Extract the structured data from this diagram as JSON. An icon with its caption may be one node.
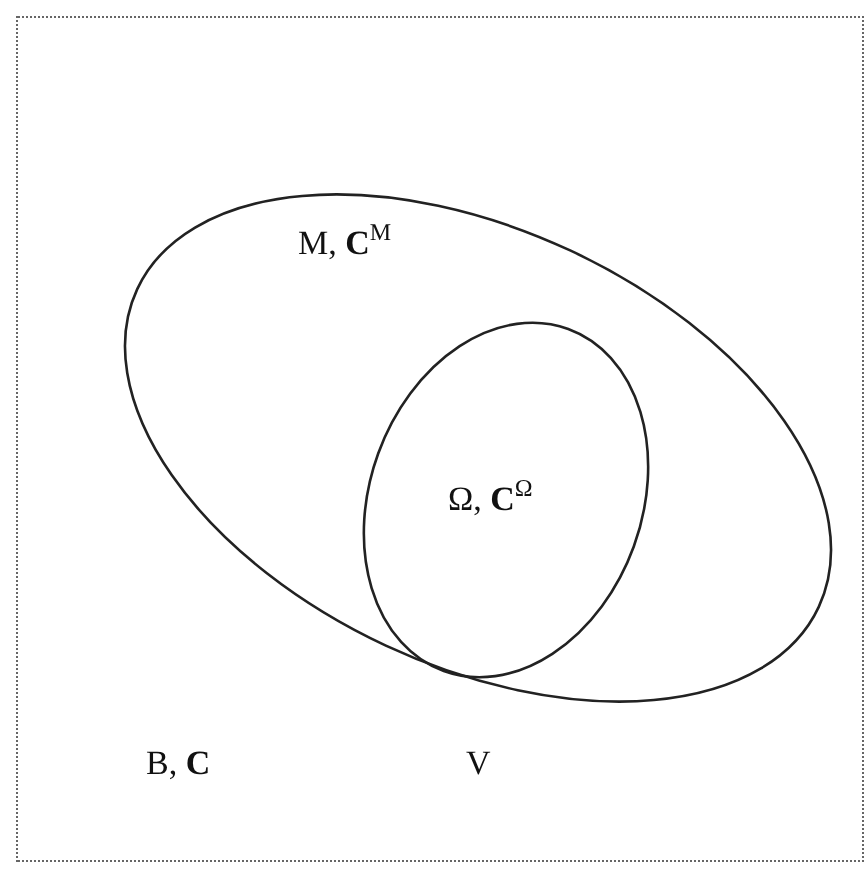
{
  "diagram": {
    "nodes": [
      {
        "text": [
          "B, **C**"
        ]
      },
      {
        "text": [
          "M, **C**$^{M}$"
        ],
        "in": 0,
        "beside": [
          "V"
        ]
      },
      {
        "text": [
          "Ω, **C**$^{Ω}$"
        ],
        "in": 1
      }
    ]
  }
}
